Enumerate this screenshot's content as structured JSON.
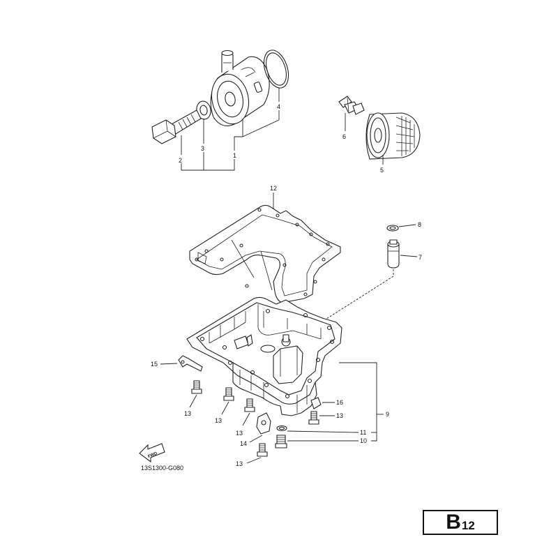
{
  "callouts": {
    "c1": "1",
    "c2": "2",
    "c3": "3",
    "c4": "4",
    "c5": "5",
    "c6": "6",
    "c7": "7",
    "c8": "8",
    "c9": "9",
    "c10": "10",
    "c11": "11",
    "c12": "12",
    "c13a": "13",
    "c13b": "13",
    "c13c": "13",
    "c13d": "13",
    "c13e": "13",
    "c14": "14",
    "c15": "15",
    "c16": "16"
  },
  "fwd_label": "FWD",
  "diagram_code": "13S1300-G080",
  "page_label": {
    "letter": "B",
    "number": "12"
  }
}
